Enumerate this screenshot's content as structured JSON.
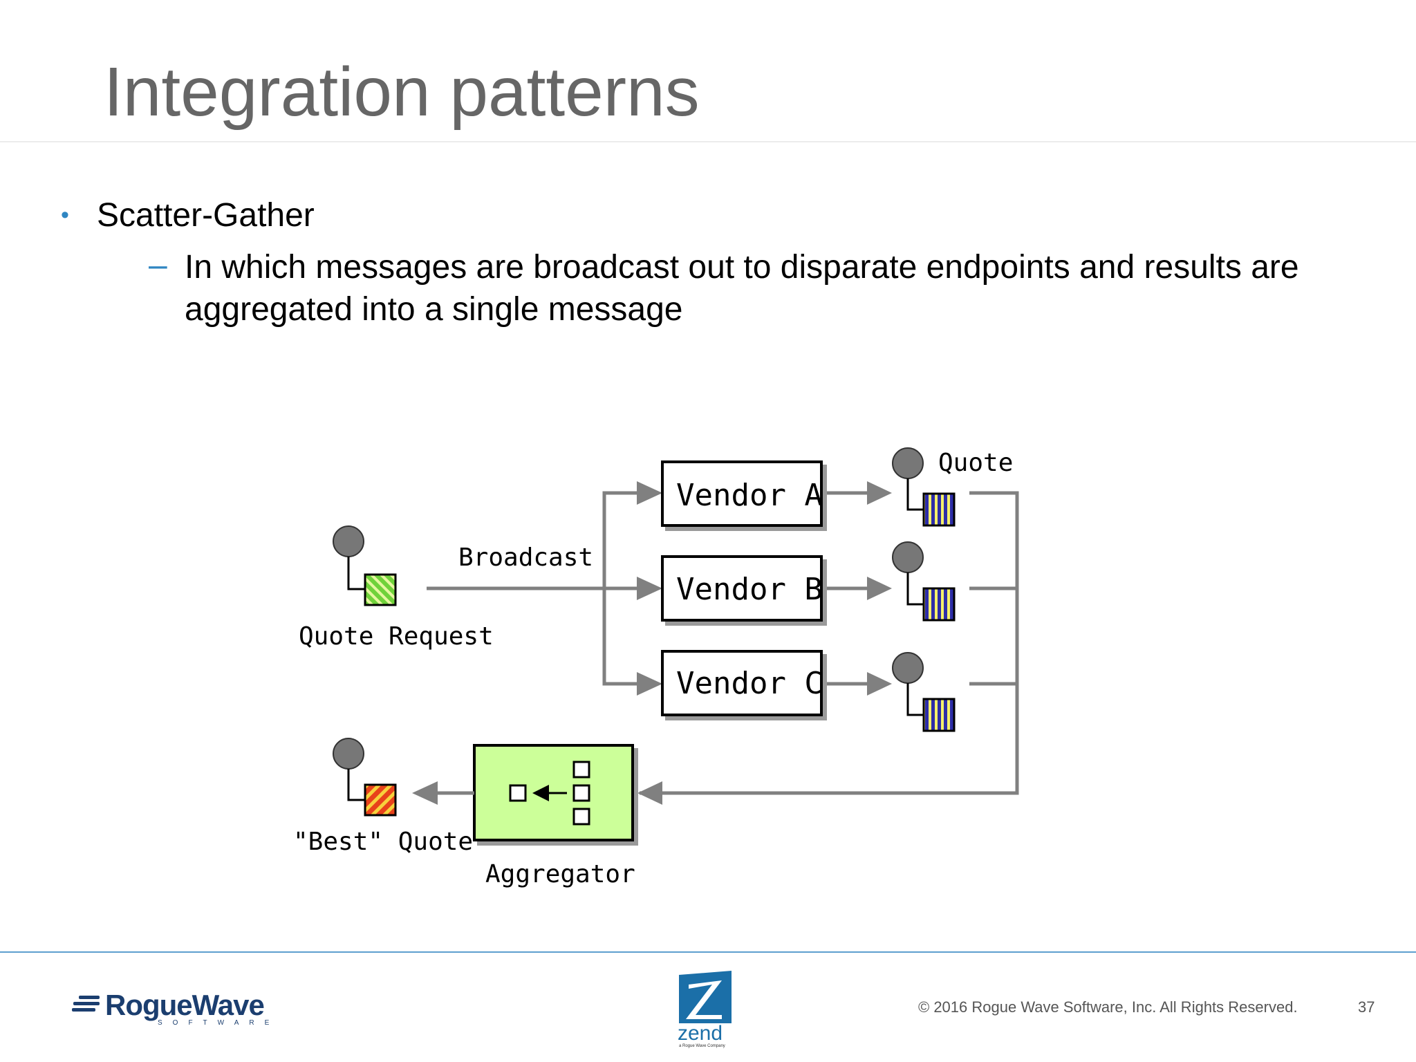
{
  "slide": {
    "title": "Integration patterns",
    "bullet": "Scatter-Gather",
    "sub_bullet": "In which messages are broadcast out to disparate endpoints and results are aggregated into a single message"
  },
  "diagram": {
    "request_label": "Quote Request",
    "broadcast_label": "Broadcast",
    "vendor_a": "Vendor A",
    "vendor_b": "Vendor B",
    "vendor_c": "Vendor C",
    "quote_label": "Quote",
    "aggregator_label": "Aggregator",
    "best_quote_label": "\"Best\" Quote"
  },
  "footer": {
    "brand_name": "RogueWave",
    "brand_sub": "SOFTWARE",
    "zend_name": "zend",
    "zend_sub": "a Rogue Wave Company",
    "copyright": "© 2016 Rogue Wave Software, Inc. All Rights Reserved.",
    "page_number": "37"
  },
  "colors": {
    "accent_blue": "#2f86c2",
    "request_green": "#6fd23a",
    "quote_blue": "#2d2da8",
    "quote_yellow": "#f5f06a",
    "best_red": "#e8421a",
    "best_yellow": "#f7d23c",
    "aggregator_fill": "#ccff99"
  }
}
